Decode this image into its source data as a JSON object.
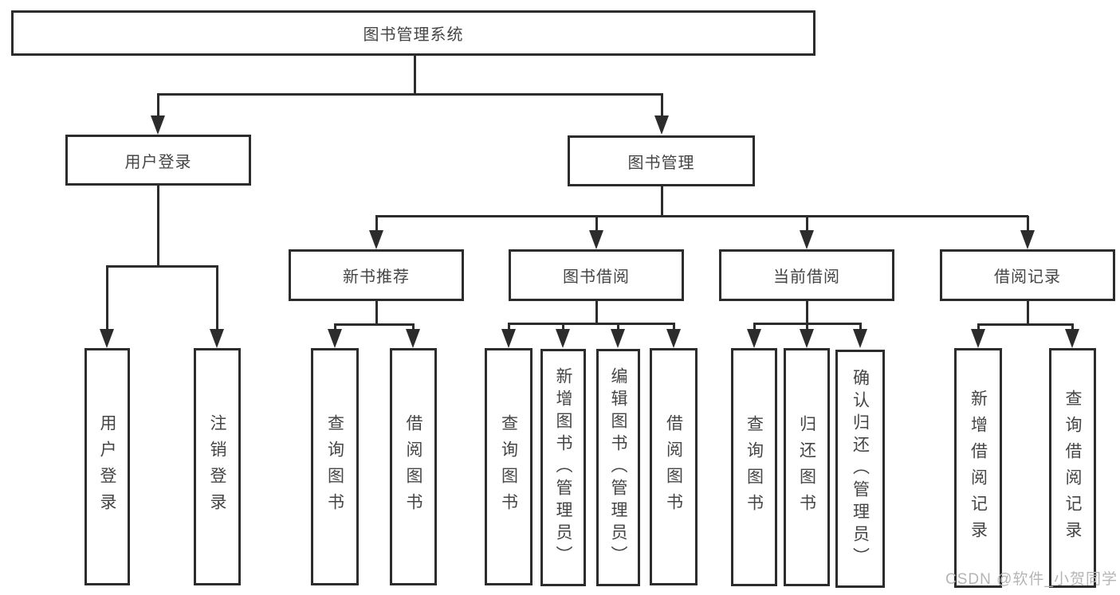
{
  "colors": {
    "line": "#2c2c2c",
    "text": "#454545",
    "watermark": "#b5b5b5",
    "background": "#ffffff"
  },
  "root": {
    "label": "图书管理系统"
  },
  "branches": [
    {
      "label": "用户登录",
      "children": [
        {
          "label": "用户登录"
        },
        {
          "label": "注销登录"
        }
      ]
    },
    {
      "label": "图书管理",
      "children": [
        {
          "label": "新书推荐",
          "children": [
            {
              "label": "查询图书"
            },
            {
              "label": "借阅图书"
            }
          ]
        },
        {
          "label": "图书借阅",
          "children": [
            {
              "label": "查询图书"
            },
            {
              "label": "新增图书（管理员）"
            },
            {
              "label": "编辑图书（管理员）"
            },
            {
              "label": "借阅图书"
            }
          ]
        },
        {
          "label": "当前借阅",
          "children": [
            {
              "label": "查询图书"
            },
            {
              "label": "归还图书"
            },
            {
              "label": "确认归还（管理员）"
            }
          ]
        },
        {
          "label": "借阅记录",
          "children": [
            {
              "label": "新增借阅记录"
            },
            {
              "label": "查询借阅记录"
            }
          ]
        }
      ]
    }
  ],
  "watermark": {
    "text": "CSDN @软件_小贺同学"
  }
}
